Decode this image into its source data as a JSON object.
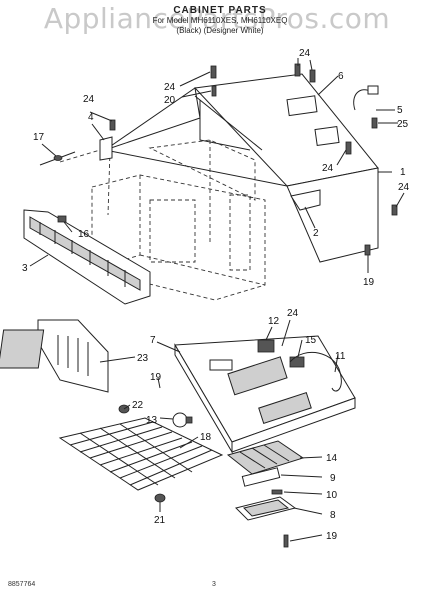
{
  "header": {
    "watermark": "AppliancePartsPros.com",
    "title": "CABINET PARTS",
    "models": "For Model MH6110XES, MH6110XEQ",
    "colors": "(Black)    (Designer White)"
  },
  "footer": {
    "doc_number": "8857764",
    "page": "3"
  },
  "callouts": {
    "c1": "1",
    "c2": "2",
    "c3": "3",
    "c4": "4",
    "c5": "5",
    "c6": "6",
    "c7": "7",
    "c8": "8",
    "c9": "9",
    "c10": "10",
    "c11": "11",
    "c12": "12",
    "c13": "13",
    "c14": "14",
    "c15": "15",
    "c16": "16",
    "c17": "17",
    "c18": "18",
    "c19a": "19",
    "c19b": "19",
    "c19c": "19",
    "c20": "20",
    "c21": "21",
    "c22": "22",
    "c23": "23",
    "c24a": "24",
    "c24b": "24",
    "c24c": "24",
    "c24d": "24",
    "c24e": "24",
    "c24f": "24",
    "c25": "25"
  }
}
